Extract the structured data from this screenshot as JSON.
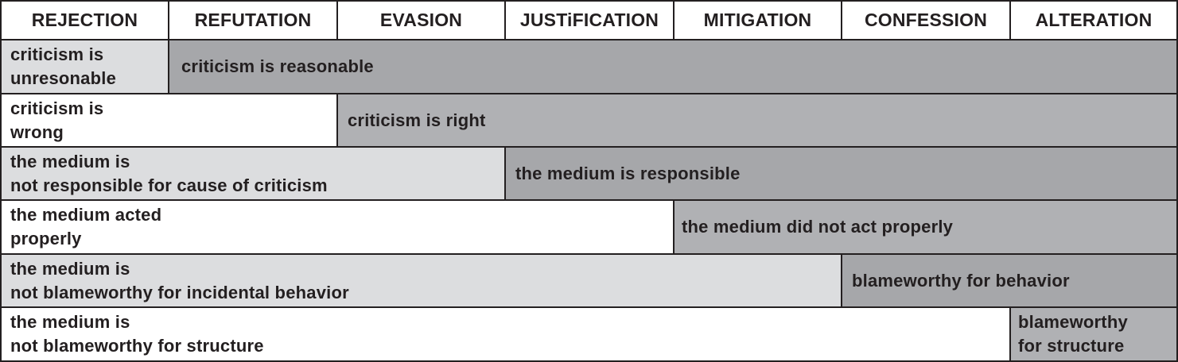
{
  "headers": [
    "REJECTION",
    "REFUTATION",
    "EVASION",
    "JUSTiFICATION",
    "MITIGATION",
    "CONFESSION",
    "ALTERATION"
  ],
  "rows": [
    {
      "left": "criticism is\nunresonable",
      "right": "criticism is reasonable"
    },
    {
      "left": "criticism is\nwrong",
      "right": "criticism is right"
    },
    {
      "left": "the medium is\nnot responsible for cause of criticism",
      "right": "the medium is responsible"
    },
    {
      "left": "the medium acted\nproperly",
      "right": "the medium did not act properly"
    },
    {
      "left": "the medium is\nnot blameworthy for incidental behavior",
      "right": "blameworthy for behavior"
    },
    {
      "left": "the medium is\nnot blameworthy for structure",
      "right": "blameworthy\nfor structure"
    }
  ],
  "colors": {
    "border": "#231f20",
    "light": "#dcdddf",
    "white": "#ffffff",
    "medium": "#b0b1b4",
    "dark": "#a6a7aa"
  }
}
